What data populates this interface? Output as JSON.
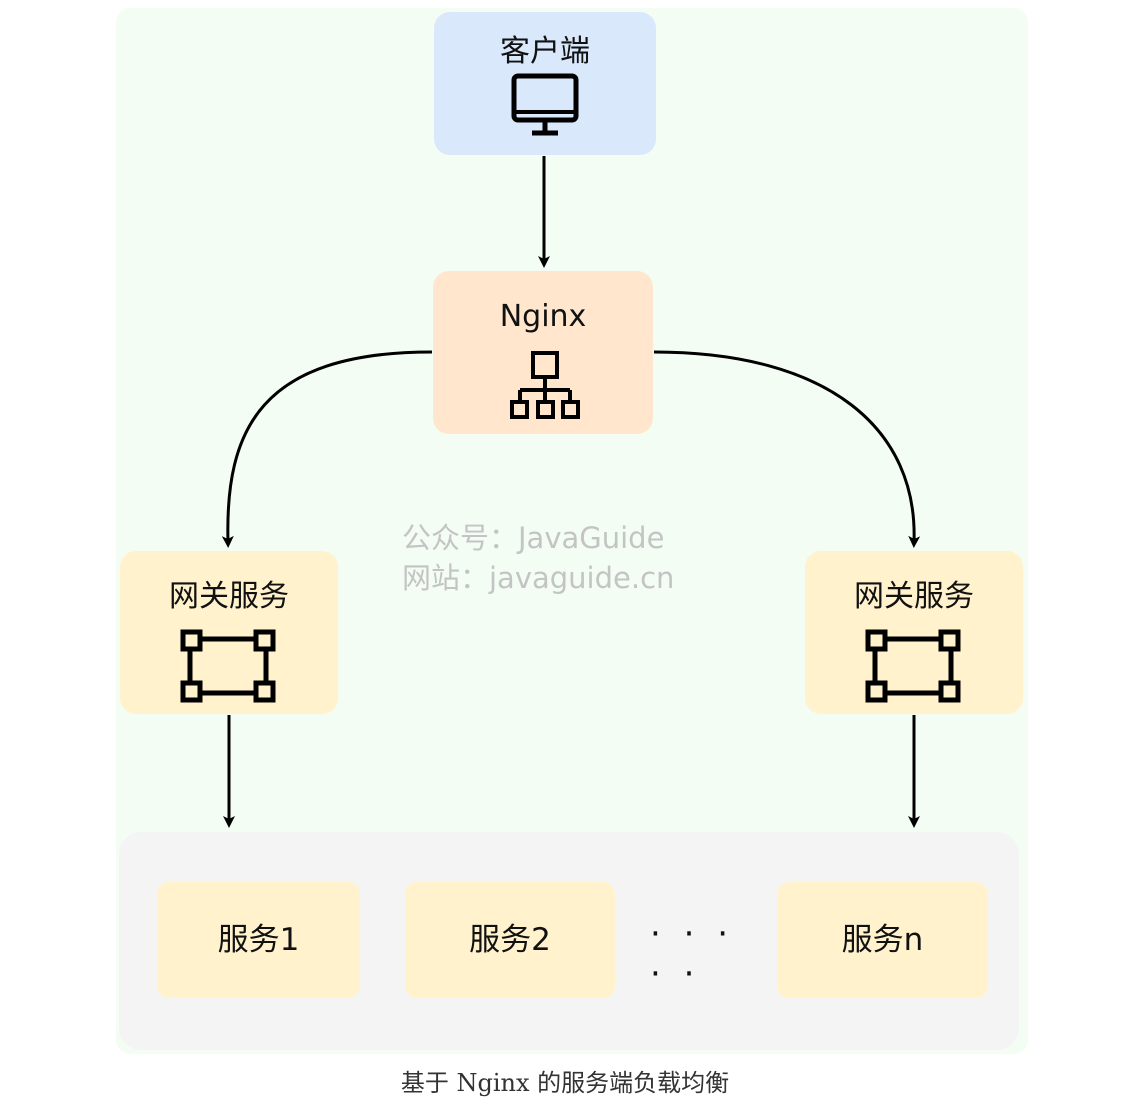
{
  "nodes": {
    "client": {
      "label": "客户端",
      "icon": "monitor-icon"
    },
    "nginx": {
      "label": "Nginx",
      "icon": "sitemap-icon"
    },
    "gateway_left": {
      "label": "网关服务",
      "icon": "frame-icon"
    },
    "gateway_right": {
      "label": "网关服务",
      "icon": "frame-icon"
    }
  },
  "services": {
    "items": [
      "服务1",
      "服务2",
      "服务n"
    ],
    "ellipsis": "· · · · ·"
  },
  "watermark": {
    "line1": "公众号：JavaGuide",
    "line2": "网站：javaguide.cn"
  },
  "caption": "基于 Nginx 的服务端负载均衡",
  "colors": {
    "background": "#f4fdf4",
    "client_fill": "#dae8fc",
    "nginx_fill": "#ffe6cc",
    "gateway_fill": "#fff2cc",
    "service_fill": "#fff2cc",
    "group_fill": "#f4f4f4",
    "edge": "#000000",
    "watermark": "#c4c4c4"
  }
}
